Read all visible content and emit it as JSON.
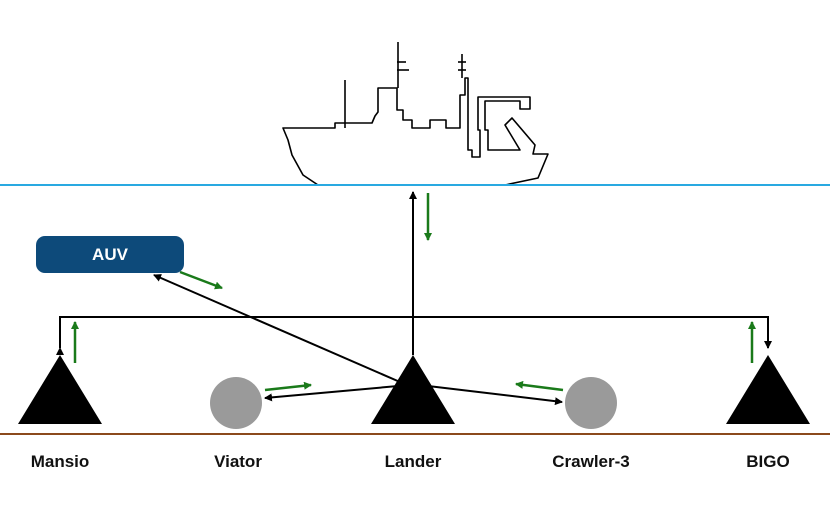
{
  "diagram": {
    "nodes": {
      "auv": "AUV",
      "mansio": "Mansio",
      "viator": "Viator",
      "lander": "Lander",
      "crawler": "Crawler-3",
      "bigo": "BIGO"
    },
    "colors": {
      "sea_surface": "#29a9e1",
      "seafloor": "#8b4a1c",
      "auv_fill": "#0d4a7a",
      "station_fill": "#000000",
      "rover_fill": "#9a9a9a",
      "link": "#000000",
      "data_flow": "#1a7a1a"
    },
    "icons": [
      "ship-icon",
      "lander-triangle",
      "rover-circle",
      "arrow"
    ]
  }
}
